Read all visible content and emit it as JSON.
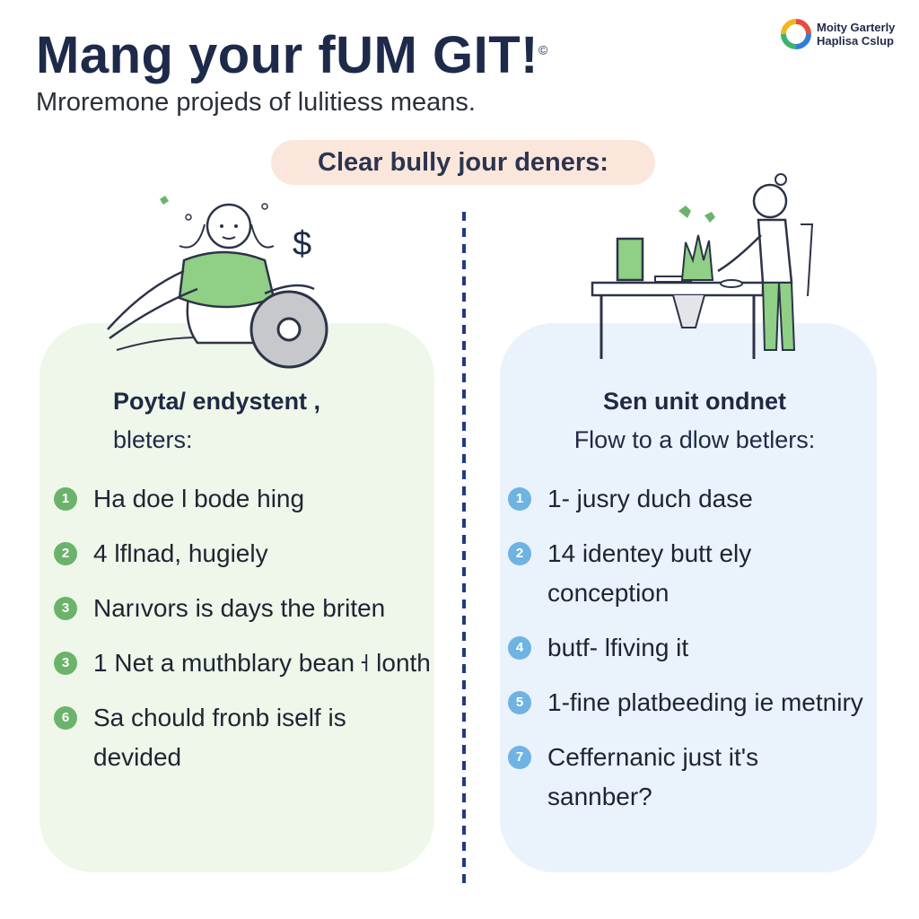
{
  "header": {
    "title": "Mang your fUM GIT!",
    "title_mark": "©",
    "subtitle": "Mroremone projeds of lulitiess means."
  },
  "logo": {
    "line1": "Moity Garterly",
    "line2": "Haplisa Cslup"
  },
  "banner": {
    "label": "Clear bully jour deners:"
  },
  "left_column": {
    "heading_line1": "Poyta/ endystent ,",
    "heading_line2": "bleters:",
    "items": [
      {
        "number": "1",
        "text": "Ha doe l bode hing"
      },
      {
        "number": "2",
        "text": "4  lflnad, hugiely"
      },
      {
        "number": "3",
        "text": "Narıvors is days the briten"
      },
      {
        "number": "3",
        "text": "1 Net a muthblary bean ˧ lonth"
      },
      {
        "number": "6",
        "text": "Sa chould fronb iself is devided"
      }
    ]
  },
  "right_column": {
    "heading_line1": "Sen unit ondnet",
    "heading_line2": "Flow to a dlow betlers:",
    "items": [
      {
        "number": "1",
        "text": "1- jusry duch dase"
      },
      {
        "number": "2",
        "text": "14  identey butt ely conception"
      },
      {
        "number": "4",
        "text": "butf- lfiving  it"
      },
      {
        "number": "5",
        "text": "1-fine platbeeding ie metniry"
      },
      {
        "number": "7",
        "text": "Ceffernanic just it's sannber?"
      }
    ]
  },
  "illustrations": {
    "left": "person-with-coin-icon",
    "right": "person-at-desk-icon",
    "dollar_sign": "$"
  },
  "colors": {
    "title": "#1e2a4a",
    "banner_bg": "#fbe6dc",
    "left_panel": "#eef7e9",
    "right_panel": "#eaf2fb",
    "green_badge": "#6bb36b",
    "blue_badge": "#6fb3e3",
    "divider": "#1f3a8a"
  }
}
